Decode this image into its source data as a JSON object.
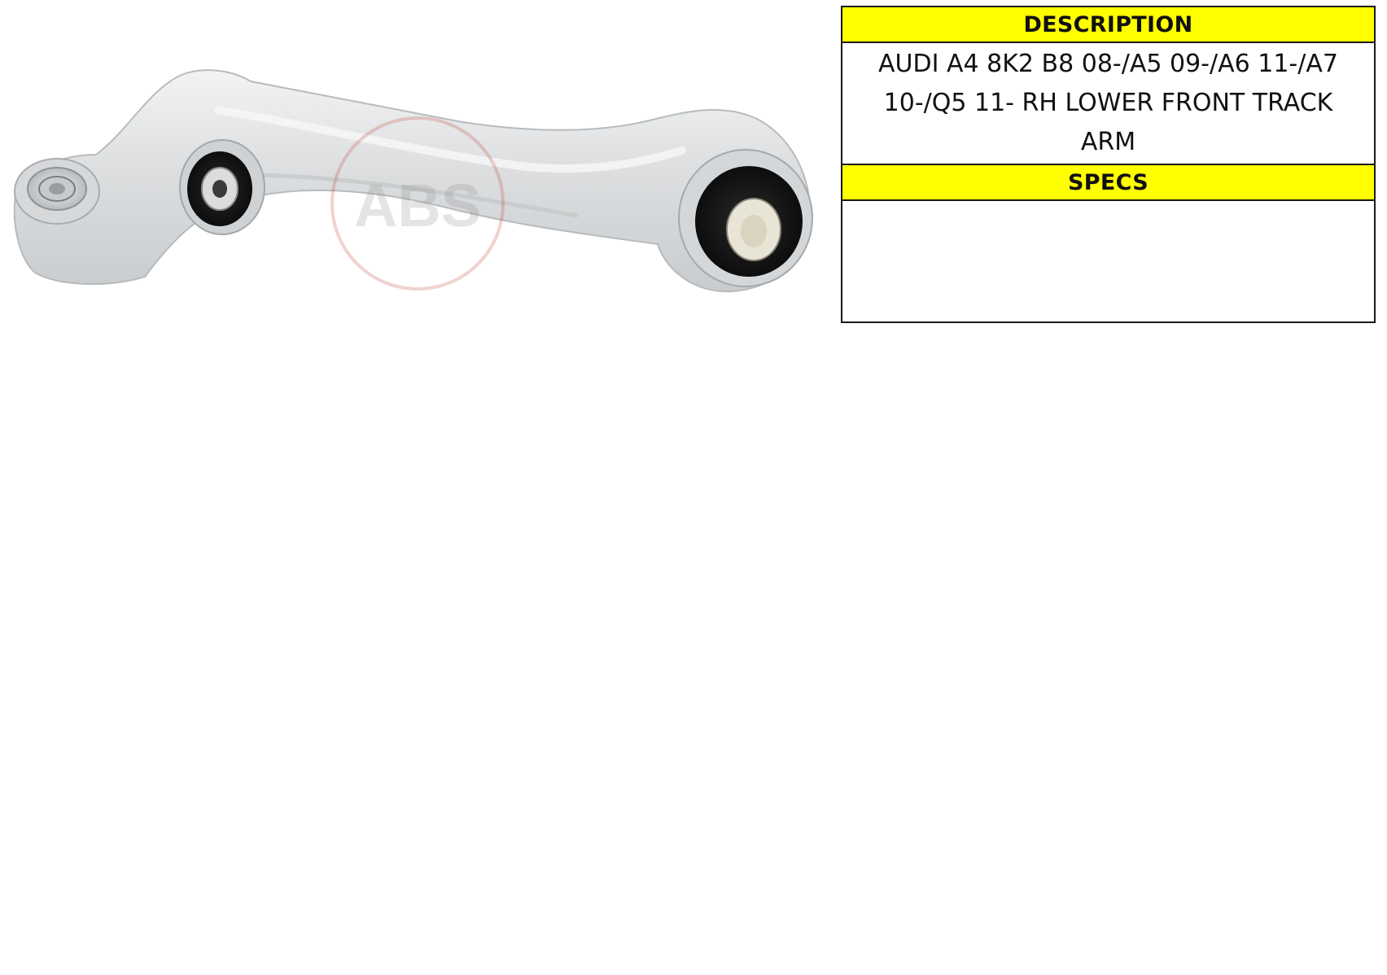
{
  "image": {
    "subject": "control-arm-photo",
    "watermark_text": "ABS"
  },
  "table": {
    "description_header": "DESCRIPTION",
    "description_text": "AUDI A4 8K2 B8 08-/A5 09-/A6 11-/A7 10-/Q5 11- RH LOWER FRONT TRACK ARM",
    "specs_header": "SPECS",
    "specs_text": ""
  },
  "colors": {
    "header_background": "#ffff00",
    "border": "#1a1a1a",
    "background": "#ffffff"
  }
}
